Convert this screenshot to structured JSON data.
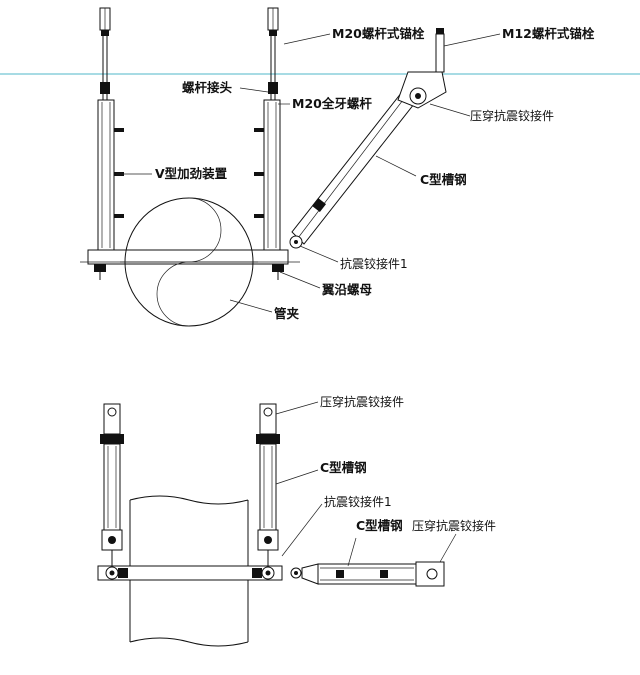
{
  "colors": {
    "line": "#111111",
    "guide": "#4fb7c9",
    "background": "#ffffff"
  },
  "top_view": {
    "m20_anchor": "M20螺杆式锚栓",
    "m12_anchor": "M12螺杆式锚栓",
    "rod_coupler": "螺杆接头",
    "m20_full_rod": "M20全牙螺杆",
    "pressthrough_hinge": "压穿抗震铰接件",
    "v_stiffener": "V型加劲装置",
    "c_channel": "C型槽钢",
    "hinge_1": "抗震铰接件1",
    "flange_nut": "翼沿螺母",
    "pipe_clamp": "管夹"
  },
  "side_view": {
    "pressthrough_hinge_top": "压穿抗震铰接件",
    "c_channel_vertical": "C型槽钢",
    "hinge_1": "抗震铰接件1",
    "c_channel_horizontal": "C型槽钢",
    "pressthrough_hinge_side": "压穿抗震铰接件"
  }
}
